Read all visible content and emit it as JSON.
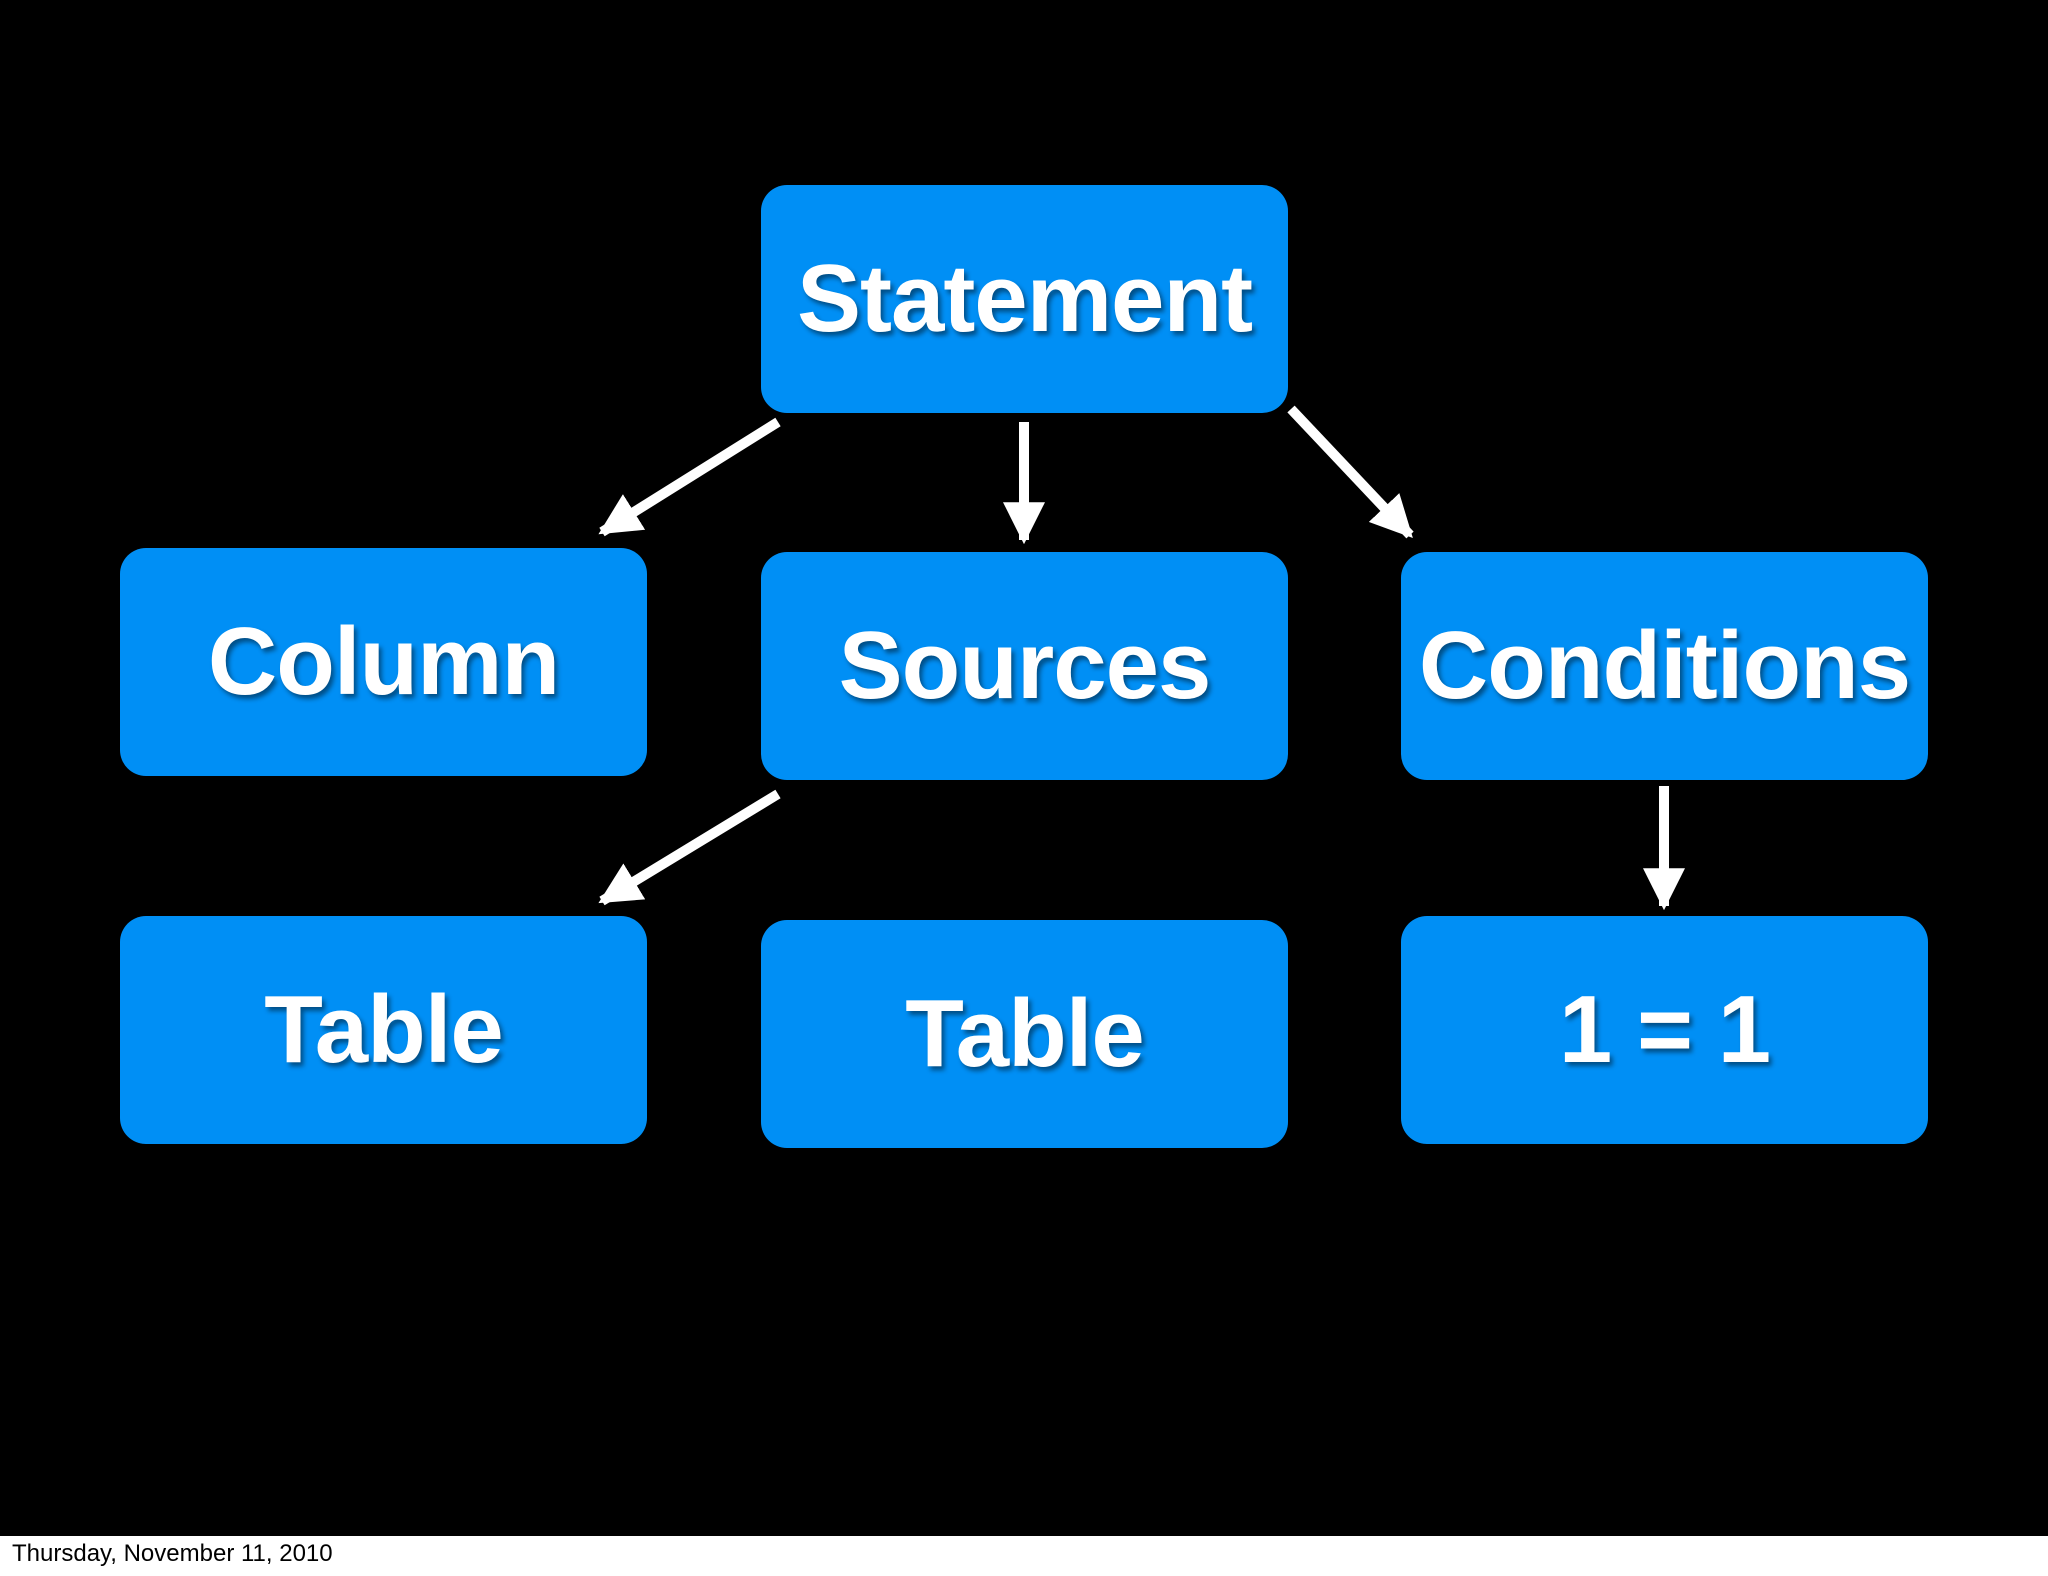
{
  "diagram": {
    "nodes": {
      "statement": "Statement",
      "column": "Column",
      "sources": "Sources",
      "conditions": "Conditions",
      "table_1": "Table",
      "table_2": "Table",
      "condition_expr": "1 = 1"
    },
    "edges": [
      {
        "from": "statement",
        "to": "column"
      },
      {
        "from": "statement",
        "to": "sources"
      },
      {
        "from": "statement",
        "to": "conditions"
      },
      {
        "from": "sources",
        "to": "table_1"
      },
      {
        "from": "conditions",
        "to": "condition_expr"
      }
    ],
    "colors": {
      "background": "#000000",
      "node_fill": "#008ff5",
      "text": "#ffffff",
      "arrow": "#ffffff"
    }
  },
  "footer": {
    "date": "Thursday, November 11, 2010"
  }
}
